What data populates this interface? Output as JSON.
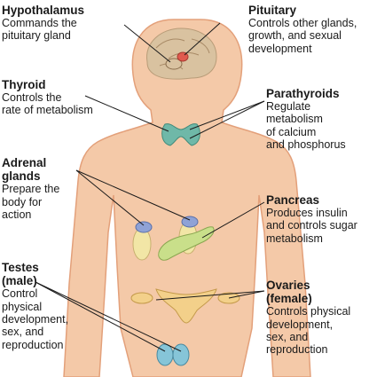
{
  "glands": [
    {
      "id": "hypothalamus",
      "title": "Hypothalamus",
      "desc": "Commands the\npituitary gland"
    },
    {
      "id": "pituitary",
      "title": "Pituitary",
      "desc": "Controls other glands,\ngrowth, and sexual\ndevelopment"
    },
    {
      "id": "thyroid",
      "title": "Thyroid",
      "desc": "Controls the\nrate of metabolism"
    },
    {
      "id": "parathyroids",
      "title": "Parathyroids",
      "desc": "Regulate\nmetabolism\nof calcium\nand phosphorus"
    },
    {
      "id": "adrenal",
      "title": "Adrenal\nglands",
      "desc": "Prepare the\nbody for\naction"
    },
    {
      "id": "pancreas",
      "title": "Pancreas",
      "desc": "Produces insulin\nand controls sugar\nmetabolism"
    },
    {
      "id": "testes",
      "title": "Testes\n(male)",
      "desc": "Control\nphysical\ndevelopment,\nsex, and\nreproduction"
    },
    {
      "id": "ovaries",
      "title": "Ovaries\n(female)",
      "desc": "Controls physical\ndevelopment,\nsex, and\nreproduction"
    }
  ],
  "colors": {
    "skin": "#f4c9a8",
    "skin_outline": "#e3a07a",
    "brain": "#d9c2a0",
    "pituitary": "#e05a4e",
    "thyroid": "#6fb8a8",
    "adrenal": "#8fa2d6",
    "kidney": "#f2e6a6",
    "pancreas": "#c9df8a",
    "uterus": "#f3d08a",
    "testes": "#86c5d8",
    "leader": "#1a1a1a"
  }
}
